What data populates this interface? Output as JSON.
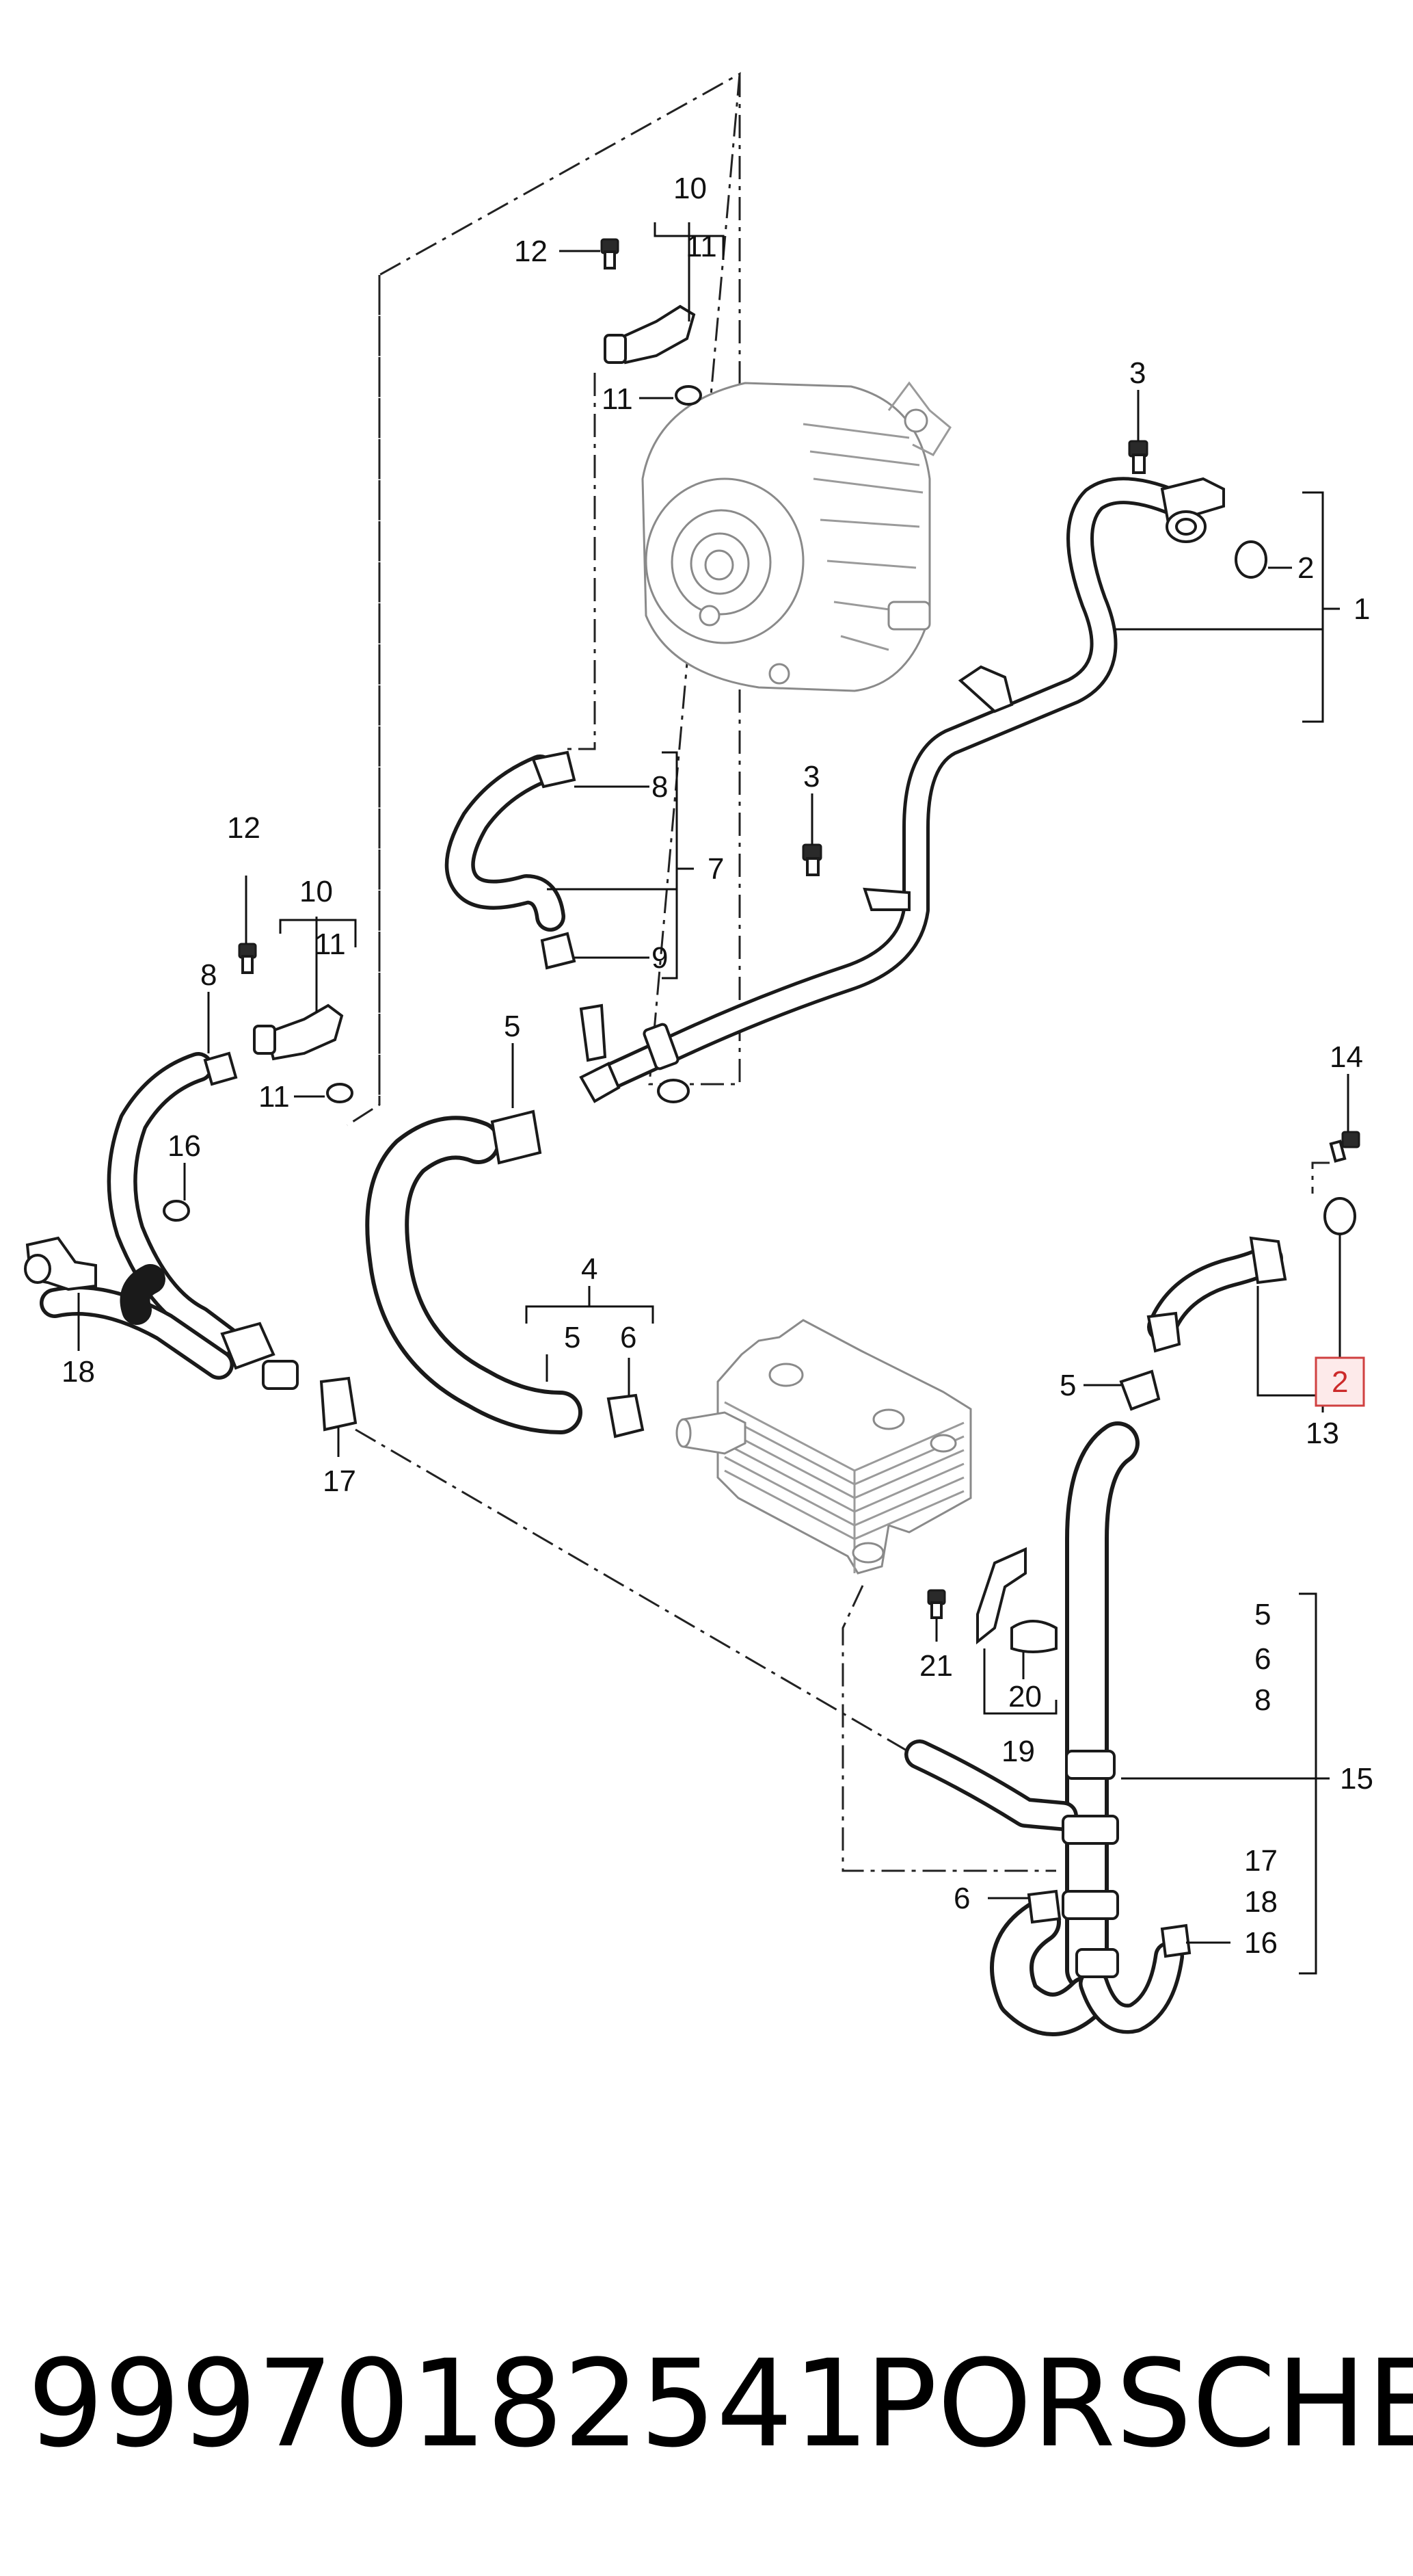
{
  "diagram": {
    "callouts": {
      "c1": "1",
      "c2a": "2",
      "c2b": "2",
      "c3a": "3",
      "c3b": "3",
      "c4": "4",
      "c5a": "5",
      "c5b": "5",
      "c5c": "5",
      "c5d": "5",
      "c6a": "6",
      "c6b": "6",
      "c6c": "6",
      "c7": "7",
      "c8a": "8",
      "c8b": "8",
      "c8c": "8",
      "c9": "9",
      "c10a": "10",
      "c10b": "10",
      "c11a": "11",
      "c11b": "11",
      "c11c": "11",
      "c11d": "11",
      "c12a": "12",
      "c12b": "12",
      "c13": "13",
      "c14": "14",
      "c15": "15",
      "c16a": "16",
      "c16b": "16",
      "c17a": "17",
      "c17b": "17",
      "c18a": "18",
      "c18b": "18",
      "c19": "19",
      "c20": "20",
      "c21": "21"
    },
    "highlighted_callout": "2",
    "highlight_color": "#cc2a2a"
  },
  "footer": {
    "part_number": "99970182541",
    "brand": "PORSCHE"
  }
}
